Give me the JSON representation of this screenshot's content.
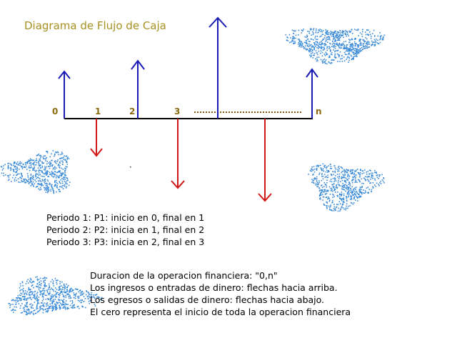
{
  "title": "Diagrama de Flujo de Caja",
  "timeline": {
    "labels": [
      "0",
      "1",
      "2",
      "3",
      "n"
    ]
  },
  "flows": {
    "inflow_color": "#1a1ab4",
    "outflow_color": "#d01818",
    "axis_color": "#000000",
    "dots_color": "#8a5a10"
  },
  "periods": [
    "Periodo 1:  P1: inicio en 0, final en 1",
    "Periodo 2:  P2: inicia en 1, final en 2",
    "Periodo 3:  P3: inicia en 2, final en 3"
  ],
  "notes": [
    "Duracion de la operacion financiera: \"0,n\"",
    "Los ingresos o entradas de dinero: flechas hacia arriba.",
    "Los egresos o salidas de dinero: flechas hacia abajo.",
    "El cero representa el inicio de toda la operacion financiera"
  ],
  "decoration": {
    "blob_color": "#3a8ad8",
    "blob_icon": "blue-cloud-scribble"
  }
}
